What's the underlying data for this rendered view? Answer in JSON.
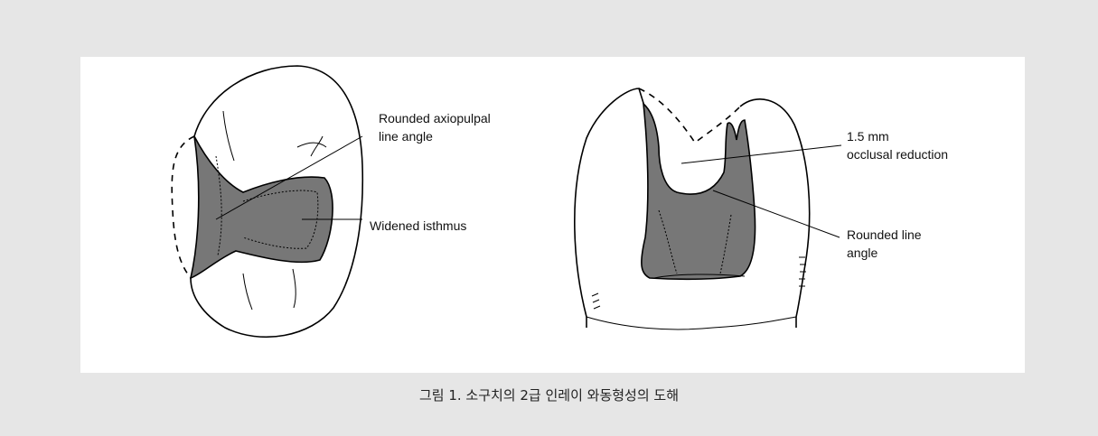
{
  "figure": {
    "labels": {
      "axiopulpal_line1": "Rounded axiopulpal",
      "axiopulpal_line2": "line angle",
      "isthmus": "Widened isthmus",
      "reduction_line1": "1.5 mm",
      "reduction_line2": "occlusal reduction",
      "line_angle_line1": "Rounded line",
      "line_angle_line2": "angle"
    },
    "caption": "그림 1. 소구치의 2급 인레이 와동형성의 도해"
  }
}
